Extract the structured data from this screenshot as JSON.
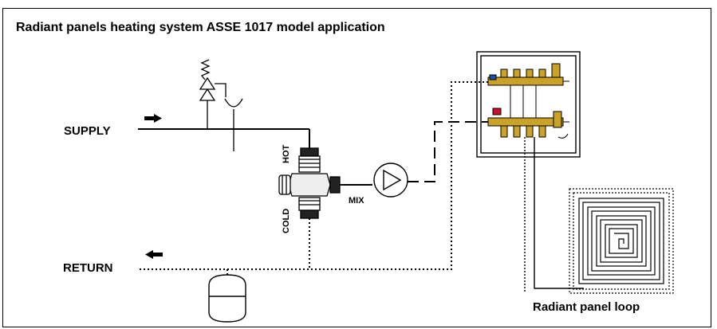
{
  "title": "Radiant panels heating system ASSE 1017 model application",
  "labels": {
    "supply": "SUPPLY",
    "return": "RETURN",
    "hot": "HOT",
    "cold": "COLD",
    "mix": "MIX",
    "panel_loop": "Radiant panel loop"
  }
}
